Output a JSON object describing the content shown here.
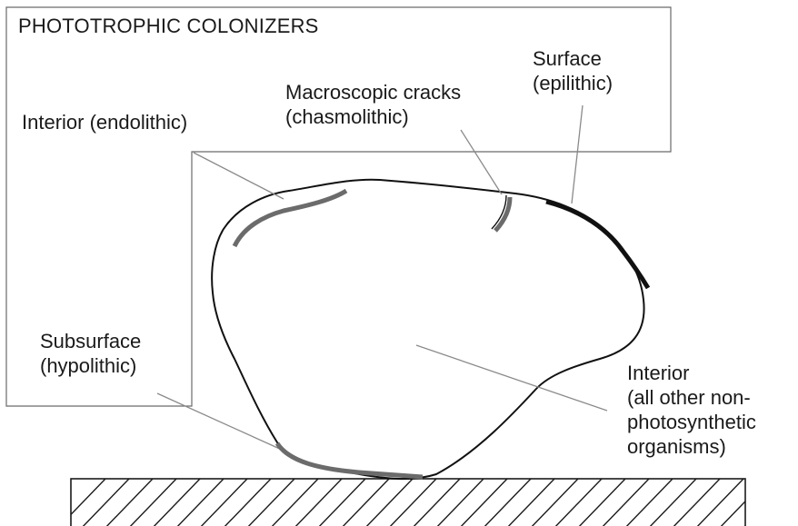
{
  "title": "PHOTOTROPHIC COLONIZERS",
  "labels": {
    "endolithic": {
      "line1": "Interior (endolithic)"
    },
    "chasmolithic": {
      "line1": "Macroscopic cracks",
      "line2": "(chasmolithic)"
    },
    "epilithic": {
      "line1": "Surface",
      "line2": "(epilithic)"
    },
    "hypolithic": {
      "line1": "Subsurface",
      "line2": "(hypolithic)"
    },
    "interior_other": {
      "line1": "Interior",
      "line2": "(all other non-",
      "line3": "photosynthetic",
      "line4": "organisms)"
    }
  },
  "colors": {
    "outline": "#111111",
    "callout_line": "#8a8a8a",
    "colonizer_gray": "#6b6b6b",
    "colonizer_black": "#111111",
    "frame": "#6a6a6a"
  }
}
